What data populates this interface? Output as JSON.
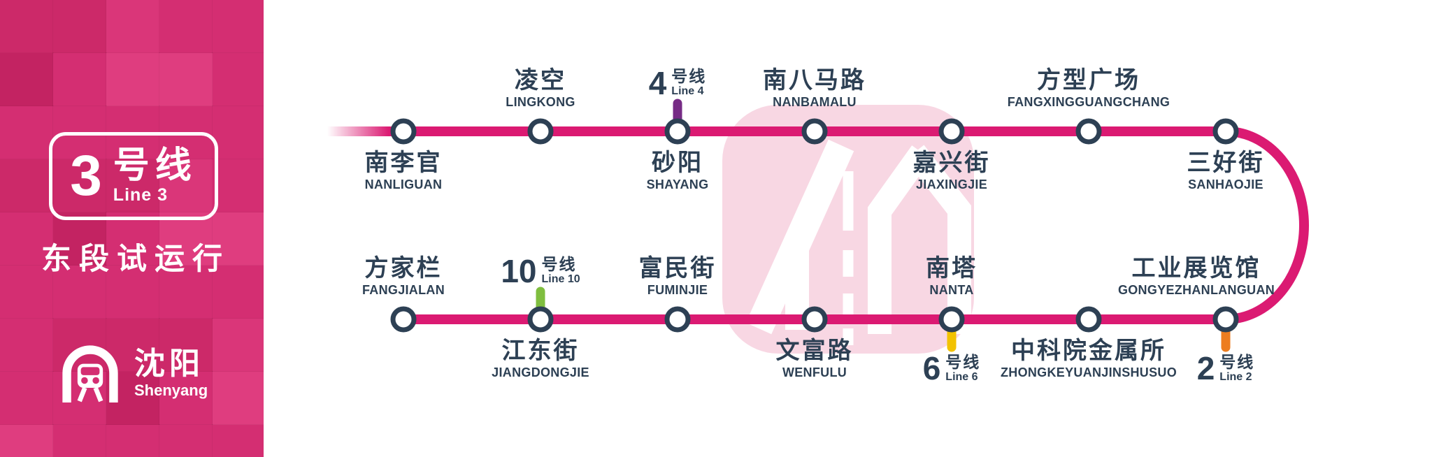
{
  "colors": {
    "line": "#DB1A72",
    "marker_ring": "#2D4054",
    "text": "#2D4054",
    "sidebar_base": "#D42E72",
    "sidebar_dark1": "#CC2969",
    "sidebar_dark2": "#C32362",
    "sidebar_light1": "#DA3679",
    "sidebar_light2": "#DF3D7F",
    "watermark": "#F8D7E3",
    "white": "#FFFFFF"
  },
  "sidebar": {
    "badge": {
      "number": "3",
      "suffix": "号线",
      "subtitle": "Line 3"
    },
    "status_text": "东段试运行",
    "city": {
      "zh": "沈阳",
      "en": "Shenyang"
    }
  },
  "map": {
    "stations": [
      {
        "zh": "南李官",
        "en": "NANLIGUAN",
        "row": "top",
        "label": "below",
        "interchange": null
      },
      {
        "zh": "凌空",
        "en": "LINGKONG",
        "row": "top",
        "label": "above",
        "interchange": null
      },
      {
        "zh": "砂阳",
        "en": "SHAYANG",
        "row": "top",
        "label": "below",
        "interchange": {
          "number": "4",
          "suffix": "号线",
          "subtitle": "Line 4",
          "color": "#762B85",
          "direction": "up"
        }
      },
      {
        "zh": "南八马路",
        "en": "NANBAMALU",
        "row": "top",
        "label": "above",
        "interchange": null
      },
      {
        "zh": "嘉兴街",
        "en": "JIAXINGJIE",
        "row": "top",
        "label": "below",
        "interchange": null
      },
      {
        "zh": "方型广场",
        "en": "FANGXINGGUANGCHANG",
        "row": "top",
        "label": "above",
        "interchange": null
      },
      {
        "zh": "三好街",
        "en": "SANHAOJIE",
        "row": "top",
        "label": "below",
        "interchange": null
      },
      {
        "zh": "工业展览馆",
        "en": "GONGYEZHANLANGUAN",
        "row": "bottom",
        "label": "above",
        "label_dx": -42,
        "interchange": {
          "number": "2",
          "suffix": "号线",
          "subtitle": "Line 2",
          "color": "#ED7D20",
          "direction": "down"
        }
      },
      {
        "zh": "中科院金属所",
        "en": "ZHONGKEYUANJINSHUSUO",
        "row": "bottom",
        "label": "below",
        "interchange": null
      },
      {
        "zh": "南塔",
        "en": "NANTA",
        "row": "bottom",
        "label": "above",
        "interchange": {
          "number": "6",
          "suffix": "号线",
          "subtitle": "Line 6",
          "color": "#F2C200",
          "direction": "down"
        }
      },
      {
        "zh": "文富路",
        "en": "WENFULU",
        "row": "bottom",
        "label": "below",
        "interchange": null
      },
      {
        "zh": "富民街",
        "en": "FUMINJIE",
        "row": "bottom",
        "label": "above",
        "interchange": null
      },
      {
        "zh": "江东街",
        "en": "JIANGDONGJIE",
        "row": "bottom",
        "label": "below",
        "interchange": {
          "number": "10",
          "suffix": "号线",
          "subtitle": "Line 10",
          "color": "#7FBE3F",
          "direction": "up"
        }
      },
      {
        "zh": "方家栏",
        "en": "FANGJIALAN",
        "row": "bottom",
        "label": "above",
        "interchange": null
      }
    ]
  }
}
